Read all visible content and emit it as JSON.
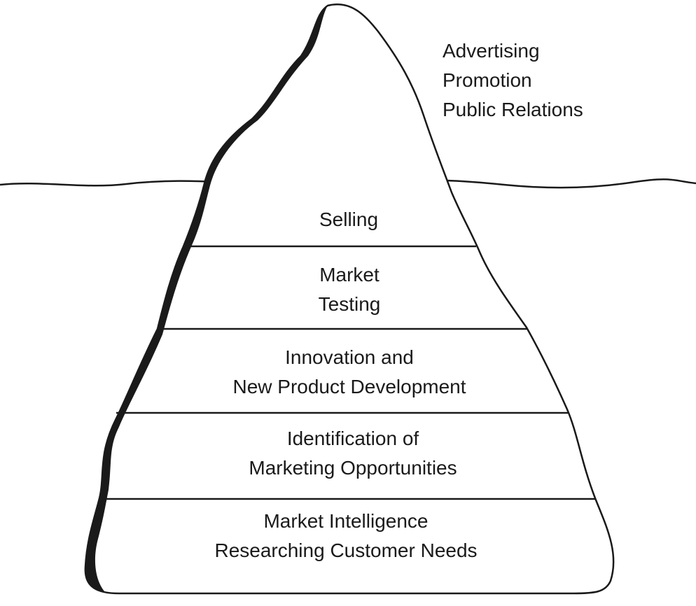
{
  "above_water": {
    "lines": [
      "Advertising",
      "Promotion",
      "Public Relations"
    ]
  },
  "below_water": {
    "layers": [
      {
        "lines": [
          "Selling"
        ]
      },
      {
        "lines": [
          "Market",
          "Testing"
        ]
      },
      {
        "lines": [
          "Innovation and",
          "New Product Development"
        ]
      },
      {
        "lines": [
          "Identification of",
          "Marketing Opportunities"
        ]
      },
      {
        "lines": [
          "Market Intelligence",
          "Researching Customer Needs"
        ]
      }
    ]
  },
  "colors": {
    "stroke": "#1a1a1a",
    "background": "#ffffff"
  }
}
